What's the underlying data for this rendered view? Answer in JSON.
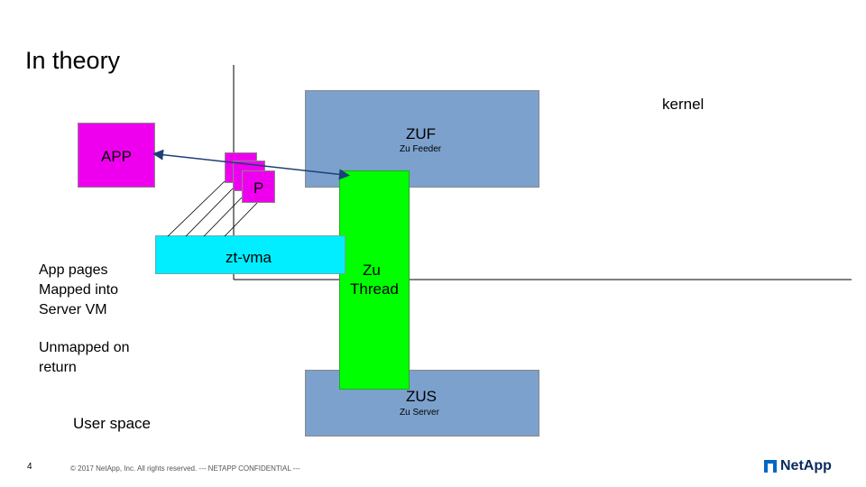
{
  "title": "In theory",
  "kernel_label": "kernel",
  "zuf": {
    "name": "ZUF",
    "desc": "Zu Feeder"
  },
  "zus": {
    "name": "ZUS",
    "desc": "Zu Server"
  },
  "app_label": "APP",
  "page_label": "P",
  "ztvma_label": "zt-vma",
  "thread": {
    "line1": "Zu",
    "line2": "Thread"
  },
  "notes": {
    "mapped": [
      "App pages",
      "Mapped into",
      "Server VM"
    ],
    "unmapped": [
      "Unmapped on",
      "return"
    ],
    "user_space": "User space"
  },
  "footer": {
    "page_number": "4",
    "copyright": "© 2017 NetApp, Inc. All rights reserved. --- NETAPP CONFIDENTIAL ---",
    "logo_text": "NetApp"
  },
  "colors": {
    "kernel_box": "#7ca1cd",
    "app": "#ee00ee",
    "zt_vma": "#00eeff",
    "thread": "#00ff00",
    "brand": "#0067c5"
  }
}
